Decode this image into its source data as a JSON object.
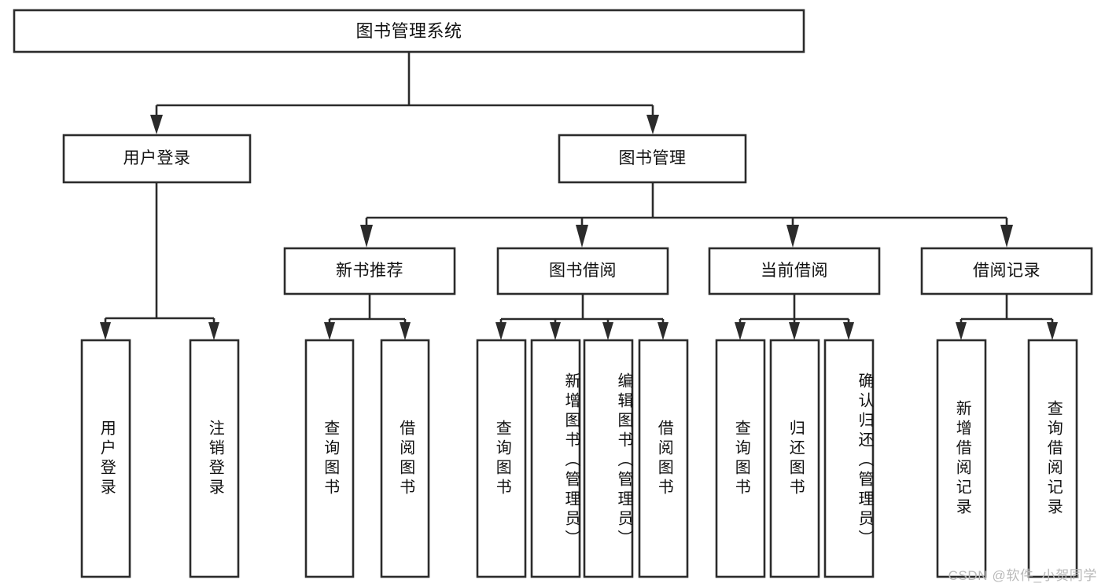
{
  "diagram": {
    "type": "tree-hierarchy",
    "title": "图书管理系统",
    "watermark": "CSDN @软件_小贺同学",
    "colors": {
      "stroke": "#2b2b2b",
      "fill": "#ffffff",
      "text": "#111111",
      "watermark": "#b9b9b9",
      "background": "#ffffff"
    },
    "levels": [
      {
        "level": 1,
        "nodes": [
          {
            "id": "root",
            "label": "图书管理系统",
            "orientation": "horizontal"
          }
        ]
      },
      {
        "level": 2,
        "nodes": [
          {
            "id": "user-login",
            "label": "用户登录",
            "orientation": "horizontal",
            "parent": "root"
          },
          {
            "id": "book-manage",
            "label": "图书管理",
            "orientation": "horizontal",
            "parent": "root"
          }
        ]
      },
      {
        "level": 3,
        "nodes": [
          {
            "id": "new-book-recommend",
            "label": "新书推荐",
            "orientation": "horizontal",
            "parent": "book-manage"
          },
          {
            "id": "book-borrow",
            "label": "图书借阅",
            "orientation": "horizontal",
            "parent": "book-manage"
          },
          {
            "id": "current-borrow",
            "label": "当前借阅",
            "orientation": "horizontal",
            "parent": "book-manage"
          },
          {
            "id": "borrow-record",
            "label": "借阅记录",
            "orientation": "horizontal",
            "parent": "book-manage"
          }
        ]
      },
      {
        "level": 4,
        "nodes": [
          {
            "id": "leaf-user-login",
            "label": "用户登录",
            "orientation": "vertical",
            "parent": "user-login"
          },
          {
            "id": "leaf-user-logout",
            "label": "注销登录",
            "orientation": "vertical",
            "parent": "user-login"
          },
          {
            "id": "leaf-query-book-1",
            "label": "查询图书",
            "orientation": "vertical",
            "parent": "new-book-recommend"
          },
          {
            "id": "leaf-borrow-book-1",
            "label": "借阅图书",
            "orientation": "vertical",
            "parent": "new-book-recommend"
          },
          {
            "id": "leaf-query-book-2",
            "label": "查询图书",
            "orientation": "vertical",
            "parent": "book-borrow"
          },
          {
            "id": "leaf-add-book",
            "label": "新增图书（管理员）",
            "orientation": "vertical",
            "parent": "book-borrow"
          },
          {
            "id": "leaf-edit-book",
            "label": "编辑图书（管理员）",
            "orientation": "vertical",
            "parent": "book-borrow"
          },
          {
            "id": "leaf-borrow-book-2",
            "label": "借阅图书",
            "orientation": "vertical",
            "parent": "book-borrow"
          },
          {
            "id": "leaf-query-book-3",
            "label": "查询图书",
            "orientation": "vertical",
            "parent": "current-borrow"
          },
          {
            "id": "leaf-return-book",
            "label": "归还图书",
            "orientation": "vertical",
            "parent": "current-borrow"
          },
          {
            "id": "leaf-confirm-return",
            "label": "确认归还（管理员）",
            "orientation": "vertical",
            "parent": "current-borrow"
          },
          {
            "id": "leaf-add-record",
            "label": "新增借阅记录",
            "orientation": "vertical",
            "parent": "borrow-record"
          },
          {
            "id": "leaf-query-record",
            "label": "查询借阅记录",
            "orientation": "vertical",
            "parent": "borrow-record"
          }
        ]
      }
    ]
  }
}
